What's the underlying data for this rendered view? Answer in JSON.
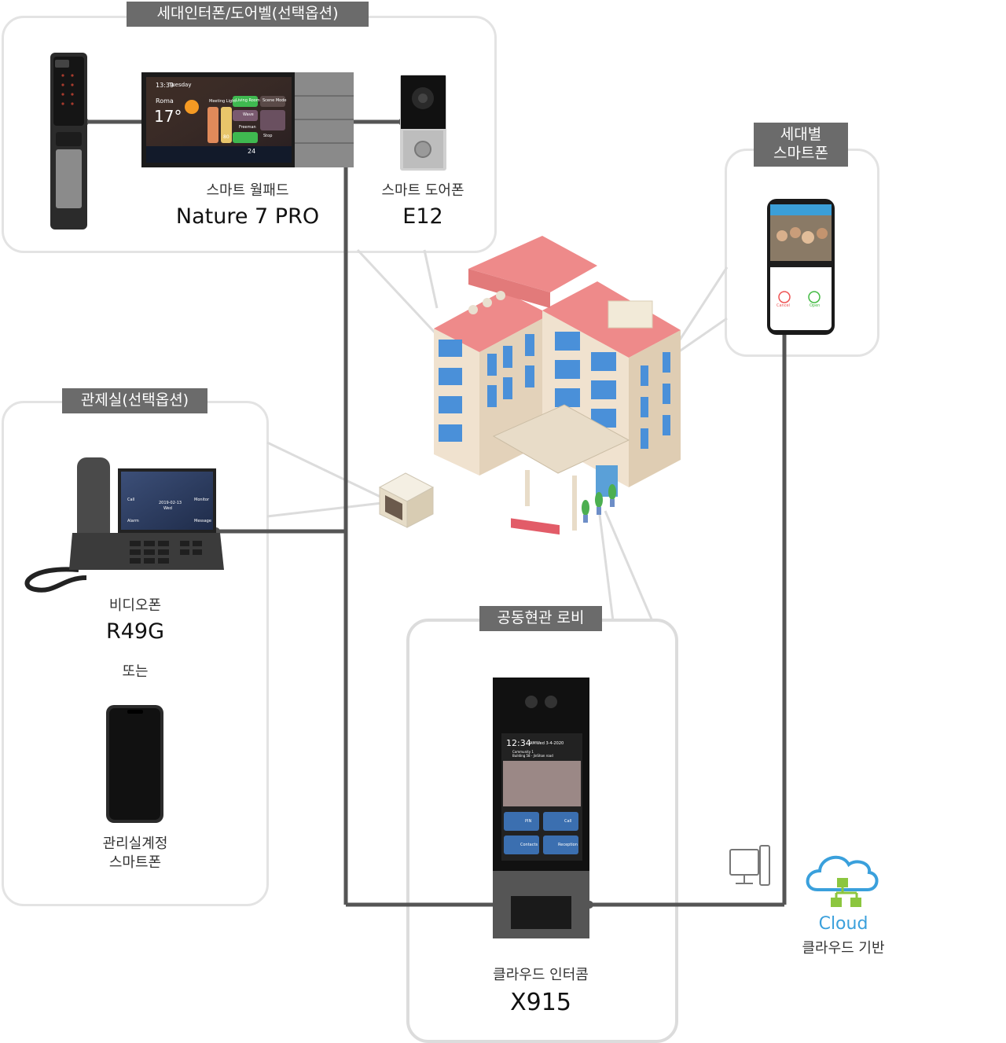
{
  "household": {
    "tag": "세대인터폰/도어벨(선택옵션)",
    "wallpad": {
      "caption": "스마트 월패드",
      "model": "Nature 7 PRO",
      "screen": {
        "time": "13:39",
        "day": "Tuesday",
        "location": "Roma",
        "temp": "17°",
        "tile1": "Meeting Light",
        "tile2": "Living Room",
        "tile3": "Wave",
        "tile4": "Scene Mode",
        "tile5": "Freeman",
        "tile6": "Stop",
        "badge": "80",
        "dock_value": "24"
      }
    },
    "doorphone": {
      "caption": "스마트 도어폰",
      "model": "E12"
    }
  },
  "smartphone_panel": {
    "tag_line1": "세대별",
    "tag_line2": "스마트폰",
    "phone": {
      "cancel": "Cancel",
      "open": "Open"
    }
  },
  "control_room": {
    "tag": "관제실(선택옵션)",
    "videophone": {
      "caption": "비디오폰",
      "model": "R49G",
      "screen": {
        "call": "Call",
        "monitor": "Monitor",
        "alarm": "Alarm",
        "message": "Message",
        "date": "2019-02-13",
        "weekday": "Wed"
      }
    },
    "or_text": "또는",
    "admin_phone_line1": "관리실계정",
    "admin_phone_line2": "스마트폰"
  },
  "lobby": {
    "tag": "공동현관 로비",
    "intercom": {
      "caption": "클라우드 인터콤",
      "model": "X915",
      "screen": {
        "time": "12:34",
        "ampm": "AM",
        "date": "Wed 3-4-2020",
        "community": "Community 1",
        "address": "Building 58 - JinShan road",
        "pin": "PIN",
        "call": "Call",
        "contacts": "Contacts",
        "reception": "Reception"
      }
    }
  },
  "cloud": {
    "label": "Cloud",
    "caption": "클라우드 기반",
    "color": "#3aa0dc",
    "accent": "#8cc63f"
  },
  "colors": {
    "panel_border": "#e3e3e3",
    "tag_bg": "#6b6b6b",
    "line": "#555555",
    "roof": "#ee8a8a"
  },
  "icons": [
    "door-lock-icon",
    "wall-pad-icon",
    "doorbell-icon",
    "building-icon",
    "camera-box-icon",
    "desk-phone-icon",
    "smartphone-icon",
    "intercom-icon",
    "pc-icon",
    "cloud-network-icon"
  ]
}
